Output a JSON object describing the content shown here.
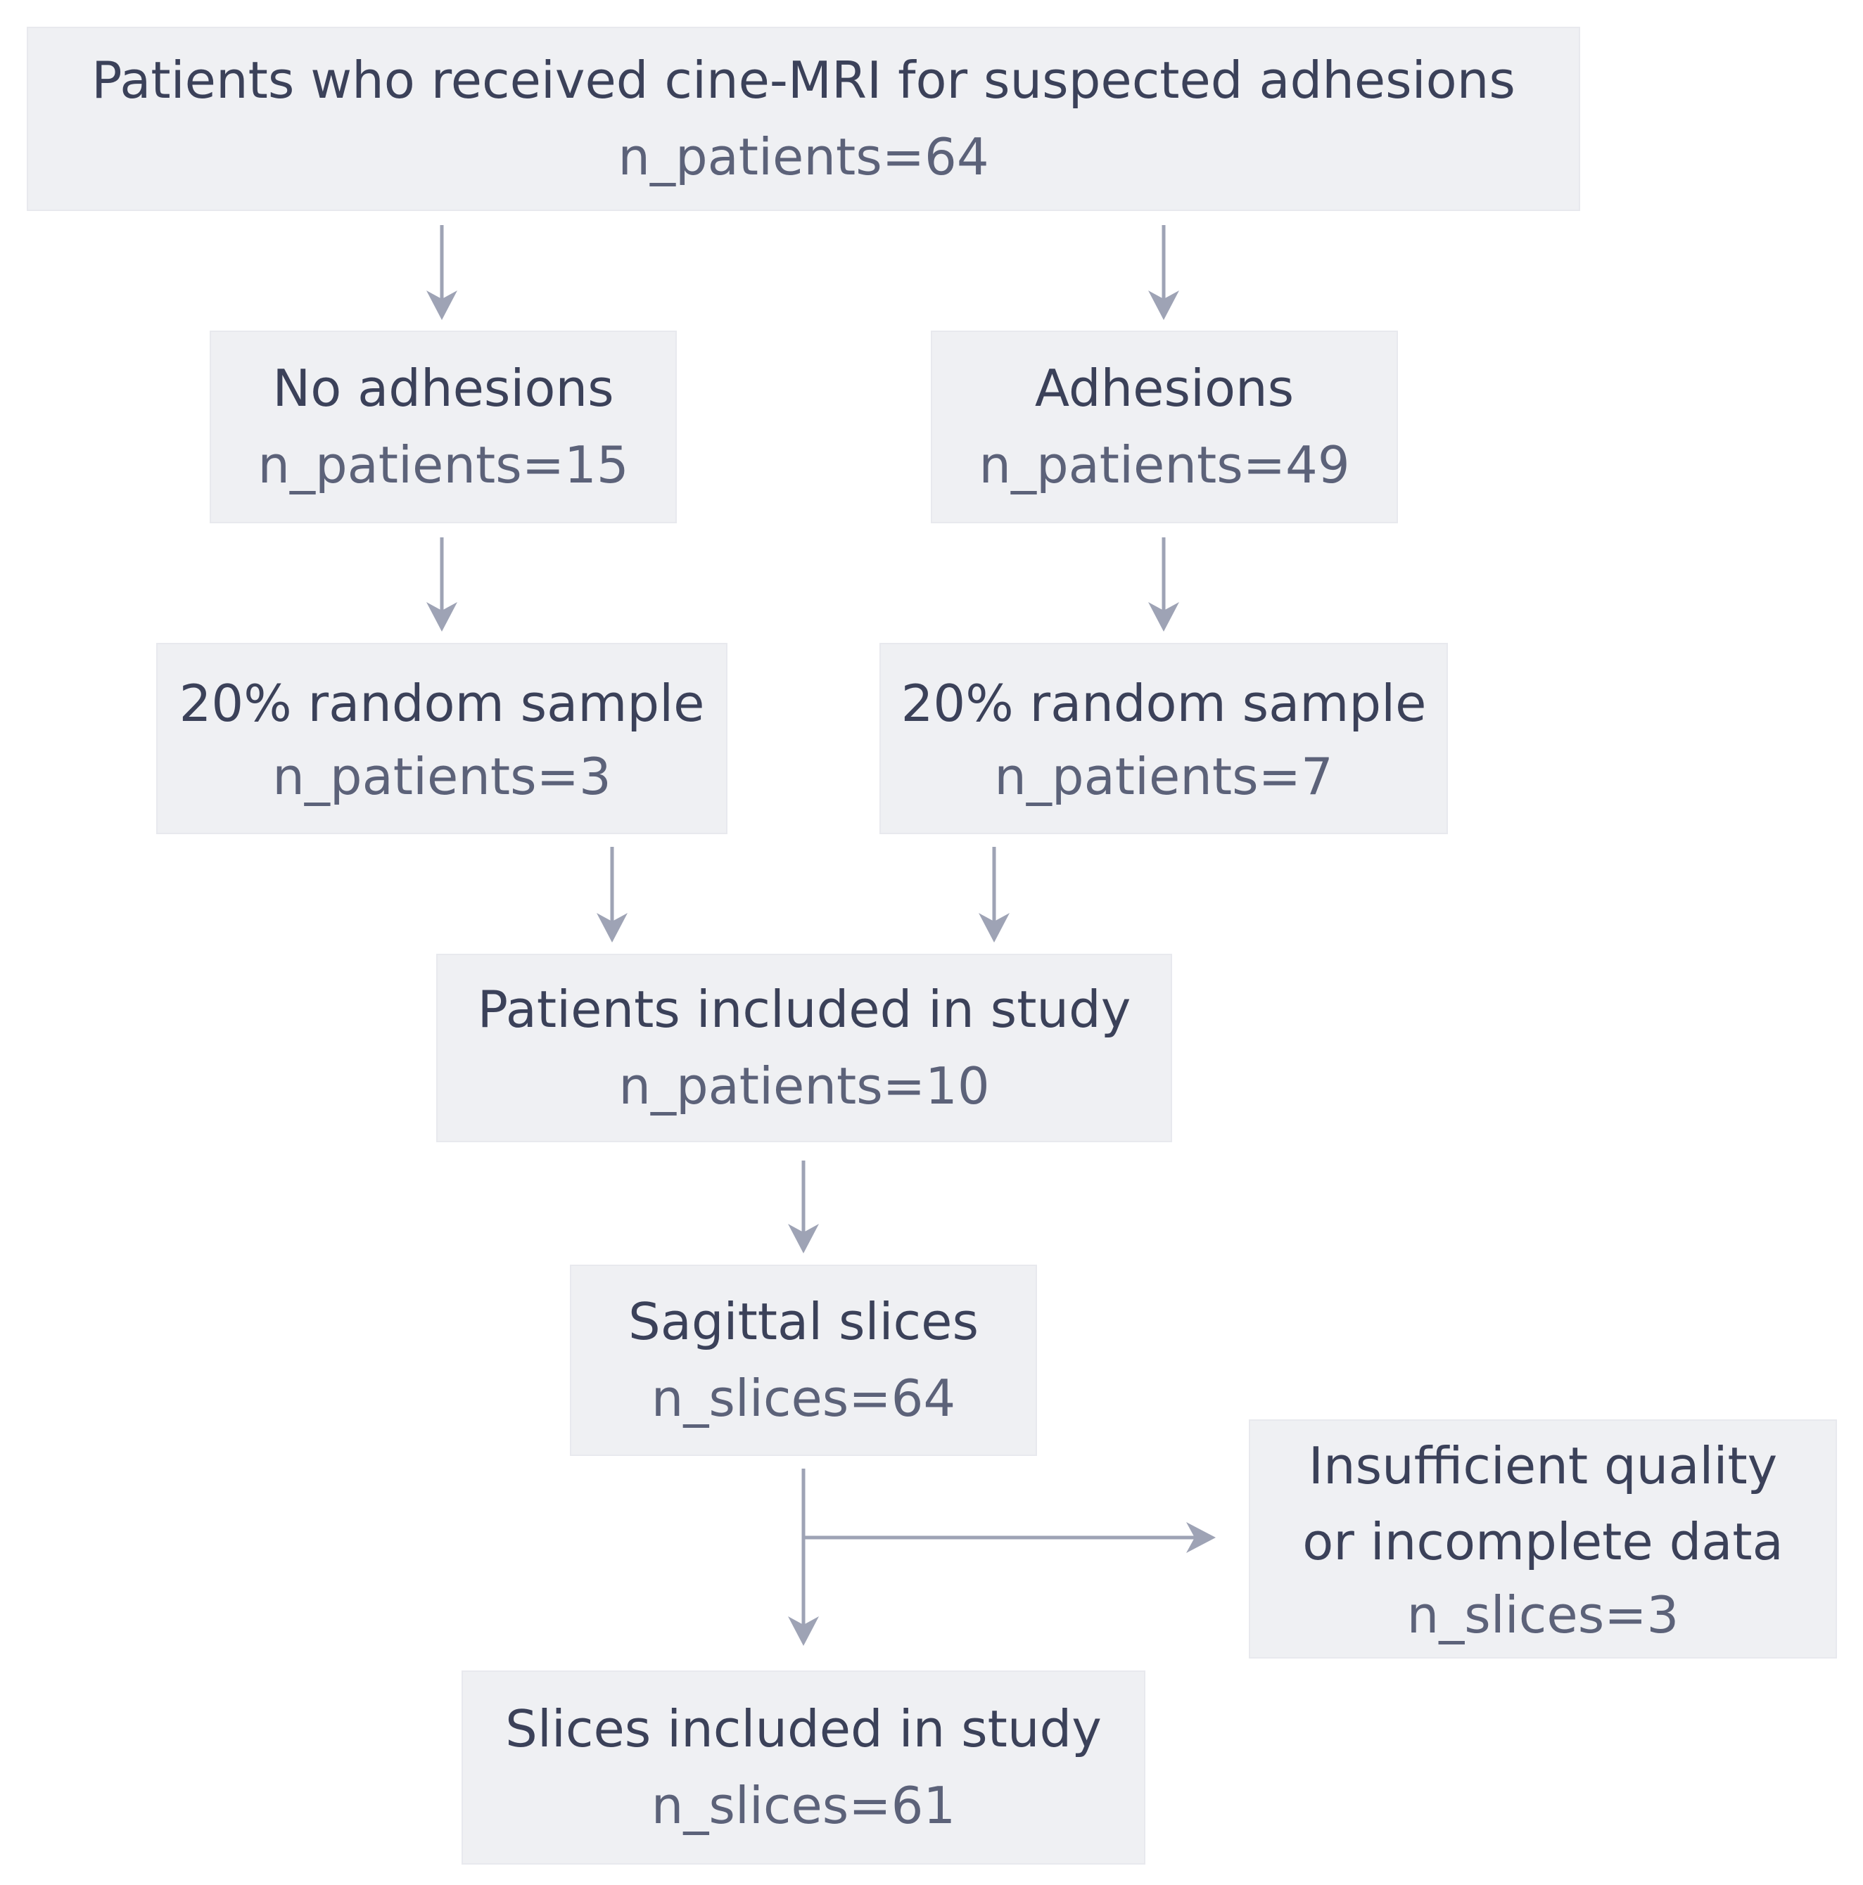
{
  "diagram": {
    "line_color": "#9ea3b5",
    "box_fill": "#eff0f3",
    "text_color": "#3b4159",
    "nodes": {
      "top": {
        "title": "Patients who received cine-MRI for suspected adhesions",
        "count": "n_patients=64"
      },
      "no_adhesions": {
        "title": "No adhesions",
        "count": "n_patients=15"
      },
      "adhesions": {
        "title": "Adhesions",
        "count": "n_patients=49"
      },
      "random_sample_left": {
        "title": "20% random sample",
        "count": "n_patients=3"
      },
      "random_sample_right": {
        "title": "20% random sample",
        "count": "n_patients=7"
      },
      "patients_included": {
        "title": "Patients included in study",
        "count": "n_patients=10"
      },
      "sagittal_slices": {
        "title": "Sagittal slices",
        "count": "n_slices=64"
      },
      "insufficient": {
        "title_line1": "Insufficient quality",
        "title_line2": "or incomplete data",
        "count": "n_slices=3"
      },
      "slices_included": {
        "title": "Slices included in study",
        "count": "n_slices=61"
      }
    },
    "edges": [
      {
        "from": "top",
        "to": "no_adhesions"
      },
      {
        "from": "top",
        "to": "adhesions"
      },
      {
        "from": "no_adhesions",
        "to": "random_sample_left"
      },
      {
        "from": "adhesions",
        "to": "random_sample_right"
      },
      {
        "from": "random_sample_left",
        "to": "patients_included"
      },
      {
        "from": "random_sample_right",
        "to": "patients_included"
      },
      {
        "from": "patients_included",
        "to": "sagittal_slices"
      },
      {
        "from": "sagittal_slices",
        "to": "insufficient"
      },
      {
        "from": "sagittal_slices",
        "to": "slices_included"
      }
    ]
  }
}
